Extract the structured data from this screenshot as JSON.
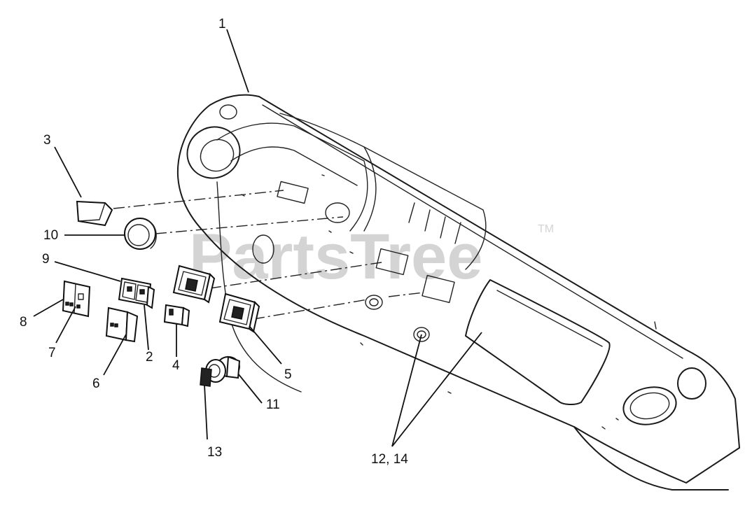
{
  "watermark": {
    "text": "PartsTree",
    "trademark": "TM"
  },
  "callouts": {
    "c1": "1",
    "c2": "2",
    "c3": "3",
    "c4": "4",
    "c5": "5",
    "c6": "6",
    "c7": "7",
    "c8": "8",
    "c9": "9",
    "c10": "10",
    "c11": "11",
    "c12_14": "12, 14",
    "c13": "13"
  }
}
